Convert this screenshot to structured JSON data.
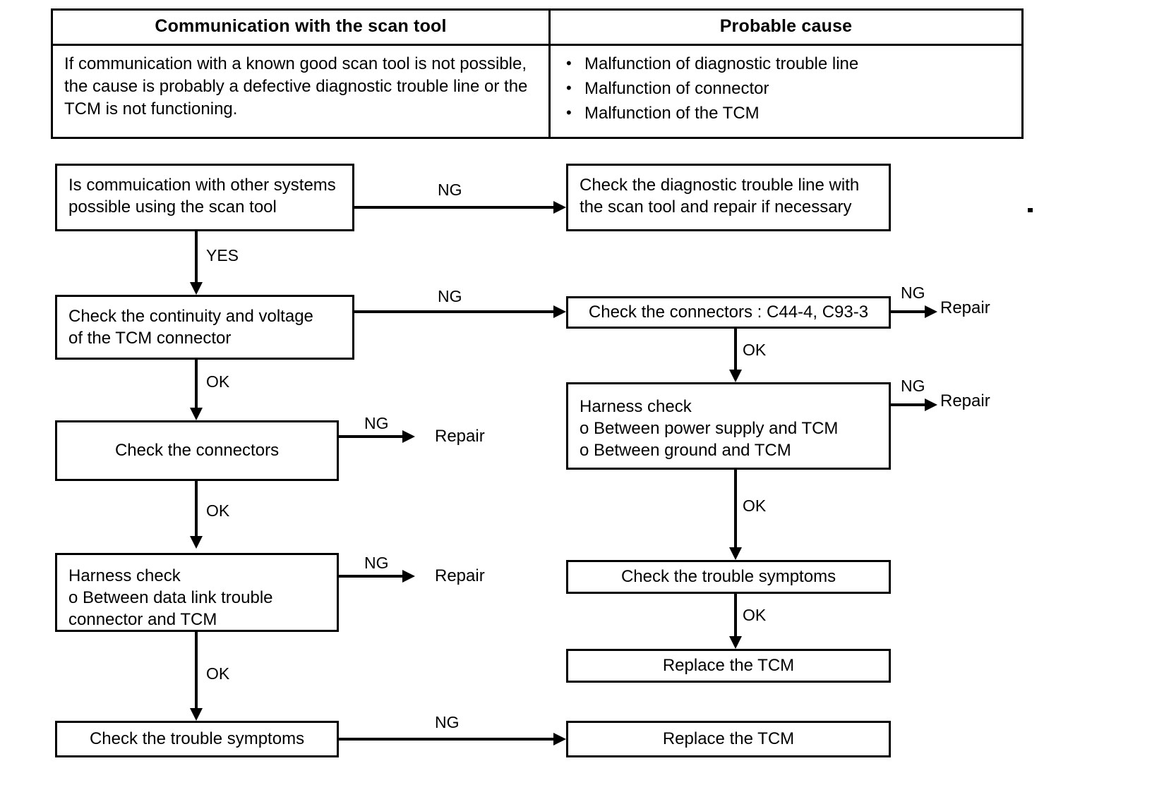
{
  "table": {
    "headers": [
      "Communication with the scan tool",
      "Probable cause"
    ],
    "left_text": "If communication with a known good scan tool is not possible, the cause is probably a defective diagnostic trouble line or the TCM is not functioning.",
    "causes": [
      "Malfunction of diagnostic trouble line",
      "Malfunction of connector",
      "Malfunction of the TCM"
    ],
    "bullet_glyph": "•"
  },
  "flow": {
    "nodes": {
      "l1": "Is commuication with other systems\npossible using the scan tool",
      "l2": "Check the continuity and voltage\nof the TCM connector",
      "l3": "Check the connectors",
      "l4": "Harness check\no Between data link trouble\n   connector and TCM",
      "l5": "Check the trouble symptoms",
      "r1": "Check the diagnostic trouble line with\nthe scan tool and repair if necessary",
      "r2": "Check the connectors : C44-4, C93-3",
      "r3": "Harness check\no Between power supply and TCM\no Between ground and TCM",
      "r4": "Check the trouble symptoms",
      "r5": "Replace the TCM",
      "r6": "Replace the TCM"
    },
    "terminals": {
      "repair_l3": "Repair",
      "repair_l4": "Repair",
      "repair_r2": "Repair",
      "repair_r3": "Repair"
    },
    "edges": {
      "l1_to_r1": "NG",
      "l1_to_l2": "YES",
      "l2_to_r2": "NG",
      "l2_to_l3": "OK",
      "l3_to_repair": "NG",
      "l3_to_l4": "OK",
      "l4_to_repair": "NG",
      "l4_to_l5": "OK",
      "l5_to_r6": "NG",
      "r2_to_repair": "NG",
      "r2_to_r3": "OK",
      "r3_to_repair": "NG",
      "r3_to_r4": "OK",
      "r4_to_r5": "OK"
    }
  },
  "colors": {
    "ink": "#000000",
    "paper": "#ffffff"
  }
}
